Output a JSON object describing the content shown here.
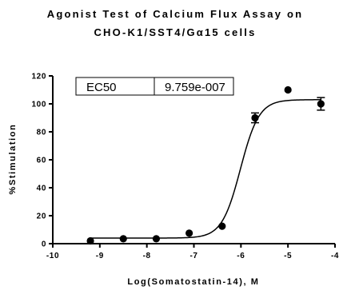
{
  "chart_data": {
    "type": "scatter",
    "title_lines": [
      "Agonist Test of Calcium Flux Assay on",
      "CHO-K1/SST4/Gα15 cells"
    ],
    "xlabel": "Log(Somatostatin-14), M",
    "ylabel": "%Stimulation",
    "xlim": [
      -10,
      -4
    ],
    "ylim": [
      0,
      120
    ],
    "x_ticks": [
      -10,
      -9,
      -8,
      -7,
      -6,
      -5,
      -4
    ],
    "y_ticks": [
      0,
      20,
      40,
      60,
      80,
      100,
      120
    ],
    "grid": false,
    "series": [
      {
        "x": [
          -9.2,
          -8.5,
          -7.8,
          -7.1,
          -6.4,
          -5.7,
          -5.0,
          -4.3
        ],
        "y": [
          2,
          3.5,
          3.5,
          7.5,
          12.5,
          90,
          110,
          100
        ],
        "error": [
          0,
          0,
          0,
          0,
          0,
          3.5,
          0,
          4.5
        ]
      }
    ],
    "fit_curve": {
      "model": "sigmoidal dose-response",
      "bottom": 4,
      "top": 103,
      "log_ec50": -6.01,
      "hill_slope": 2.2
    },
    "ec50_table": {
      "label": "EC50",
      "value": "9.759e-007"
    }
  }
}
